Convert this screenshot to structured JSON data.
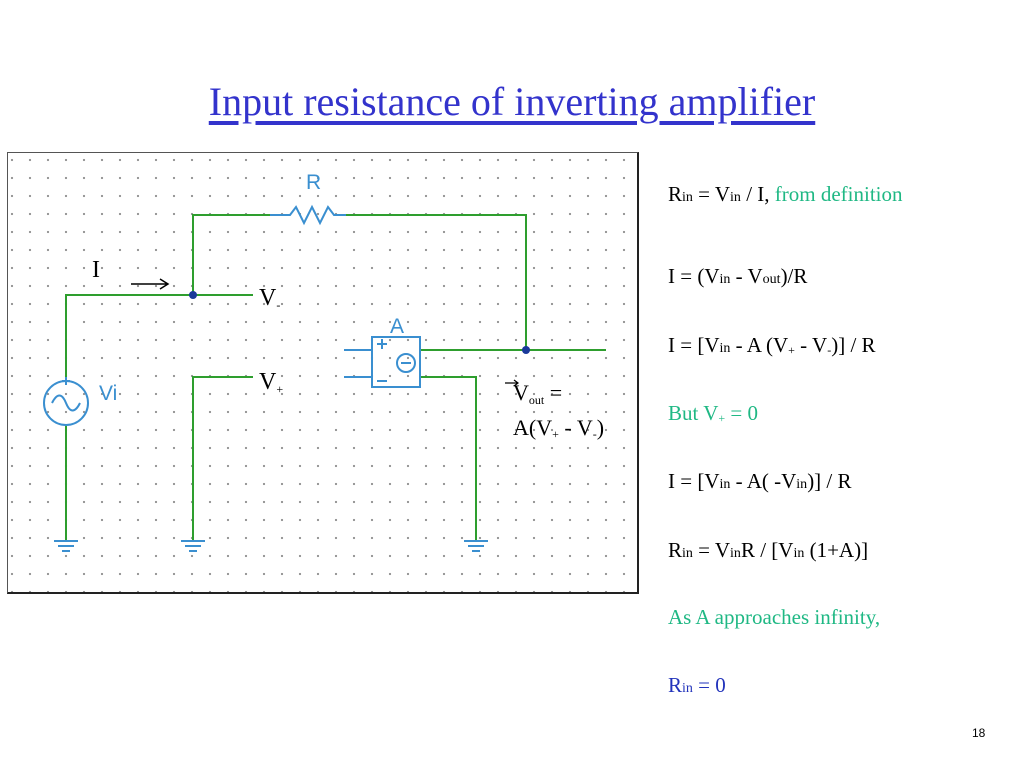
{
  "title": "Input resistance of inverting amplifier",
  "page_number": "18",
  "circuit": {
    "resistor_label": "R",
    "amp_label": "A",
    "source_label": "Vi",
    "current_label": "I",
    "v_minus": {
      "base": "V",
      "sub": "-"
    },
    "v_plus": {
      "base": "V",
      "sub": "+"
    },
    "vout": {
      "line1_base": "V",
      "line1_sub": "out",
      "line1_tail": " =",
      "line2_a": "A(V",
      "line2_sub1": "+",
      "line2_b": " - V",
      "line2_sub2": "-",
      "line2_c": ")"
    },
    "wire_color": "#2e9e2e",
    "symbol_color": "#3a8fd0",
    "node_color": "#1a3a9a"
  },
  "equations": {
    "eq1": {
      "a": "R",
      "s1": "in",
      "b": " = V",
      "s2": "in",
      "c": " / I, ",
      "note": "from definition"
    },
    "eq2": {
      "a": "I = (V",
      "s1": "in",
      "b": " - V",
      "s2": "out",
      "c": ")/R"
    },
    "eq3": {
      "a": "I = [V",
      "s1": "in",
      "b": " - A (V",
      "s2": "+",
      "c": " - V",
      "s3": "-",
      "d": ")] / R"
    },
    "eq4": {
      "a": "But V",
      "s1": "+",
      "b": " = 0"
    },
    "eq5": {
      "a": "I = [V",
      "s1": "in",
      "b": " - A( -V",
      "s2": "in",
      "c": ")] / R"
    },
    "eq6": {
      "a": "R",
      "s1": "in",
      "b": " = V",
      "s2": "in",
      "c": "R / [V",
      "s3": "in",
      "d": " (1+A)]"
    },
    "eq7": {
      "text": "As A  approaches  infinity,"
    },
    "eq8": {
      "a": "R",
      "s1": "in",
      "b": " =  0"
    }
  },
  "colors": {
    "title": "#3333cc",
    "highlight": "#1fb884",
    "result": "#2233bb"
  }
}
